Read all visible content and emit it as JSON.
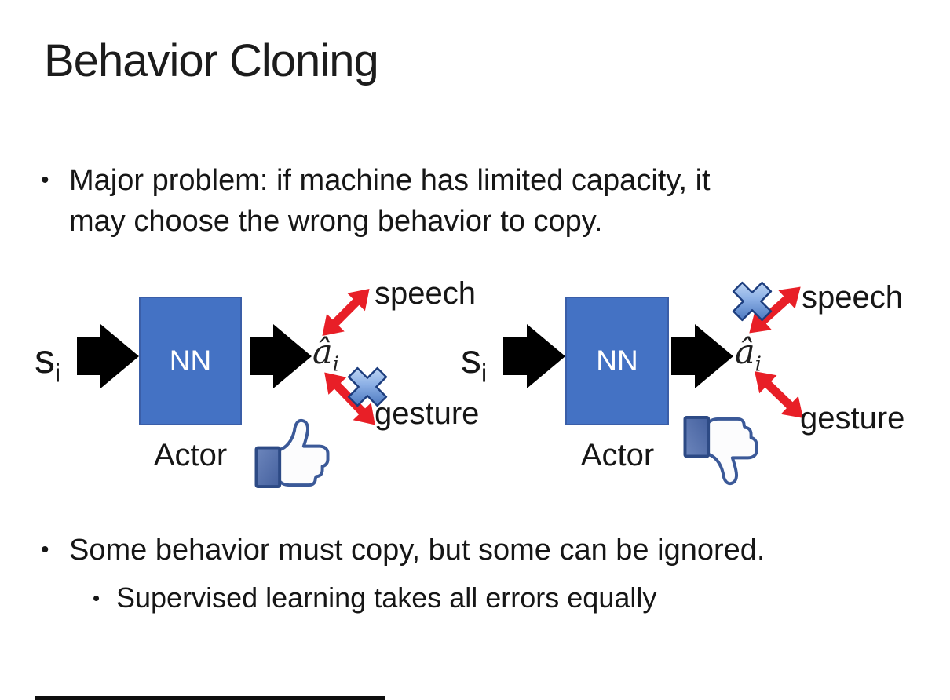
{
  "slide": {
    "title": "Behavior Cloning",
    "bullet_char": "•",
    "bullet1": {
      "line1": "Major problem: if machine has limited capacity, it",
      "line2": "may choose the wrong behavior to copy."
    },
    "bullet2": "Some behavior must copy, but some can be ignored.",
    "bullet2_sub": "Supervised learning takes all errors equally",
    "colors": {
      "nn_box_blue": "#4472c4",
      "arrow_black": "#000000",
      "arrow_red": "#e81f27",
      "cross_blue_light": "#d4e4f8",
      "cross_blue_dark": "#3a69bb",
      "thumb_outline_blue": "#3b5998",
      "sleeve_blue": "#51699f"
    },
    "diagrams": [
      {
        "id": "left",
        "input": "s",
        "input_sub": "i",
        "nn_label": "NN",
        "actor_label": "Actor",
        "output": "â",
        "output_sub": "i",
        "speech_label": "speech",
        "gesture_label": "gesture",
        "crossed_out": "gesture",
        "feedback_icon": "thumbs-up"
      },
      {
        "id": "right",
        "input": "s",
        "input_sub": "i",
        "nn_label": "NN",
        "actor_label": "Actor",
        "output": "â",
        "output_sub": "i",
        "speech_label": "speech",
        "gesture_label": "gesture",
        "crossed_out": "speech",
        "feedback_icon": "thumbs-down"
      }
    ]
  }
}
